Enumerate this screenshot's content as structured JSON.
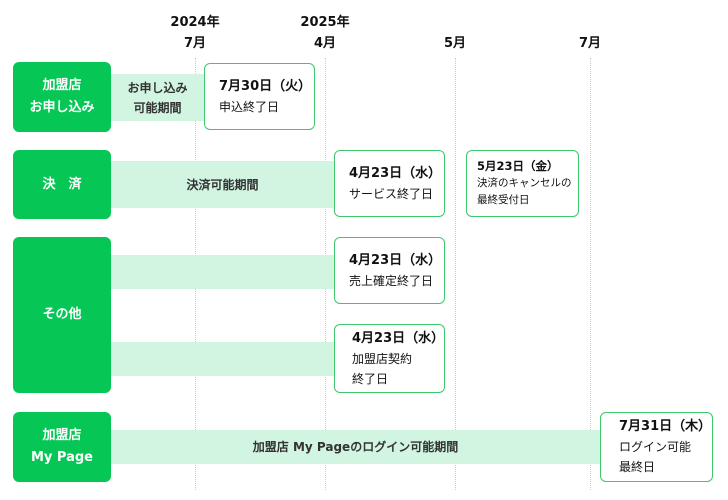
{
  "header": {
    "columns": [
      {
        "year": "2024年",
        "month": "7月"
      },
      {
        "year": "2025年",
        "month": "4月"
      },
      {
        "year": "",
        "month": "5月"
      },
      {
        "year": "",
        "month": "7月"
      }
    ]
  },
  "rows": [
    {
      "label": "加盟店\nお申し込み",
      "bands": [
        "お申し込み\n可能期間"
      ],
      "cards": [
        {
          "date": "7月30日（火）",
          "text": "申込終了日"
        }
      ]
    },
    {
      "label": "決　済",
      "bands": [
        "決済可能期間"
      ],
      "cards": [
        {
          "date": "4月23日（水）",
          "text": "サービス終了日"
        },
        {
          "date": "5月23日（金）",
          "text": "決済のキャンセルの\n最終受付日"
        }
      ]
    },
    {
      "label": "その他",
      "bands": [
        "",
        ""
      ],
      "cards": [
        {
          "date": "4月23日（水）",
          "text": "売上確定終了日"
        },
        {
          "date": "4月23日（水）",
          "text": "加盟店契約\n終了日"
        }
      ]
    },
    {
      "label": "加盟店\nMy Page",
      "bands": [
        "加盟店 My Pageのログイン可能期間"
      ],
      "cards": [
        {
          "date": "7月31日（木）",
          "text": "ログイン可能\n最終日"
        }
      ]
    }
  ],
  "colors": {
    "label_bg": "#06C755",
    "band_bg": "#D1F5E1",
    "card_border": "#3CC86B"
  }
}
